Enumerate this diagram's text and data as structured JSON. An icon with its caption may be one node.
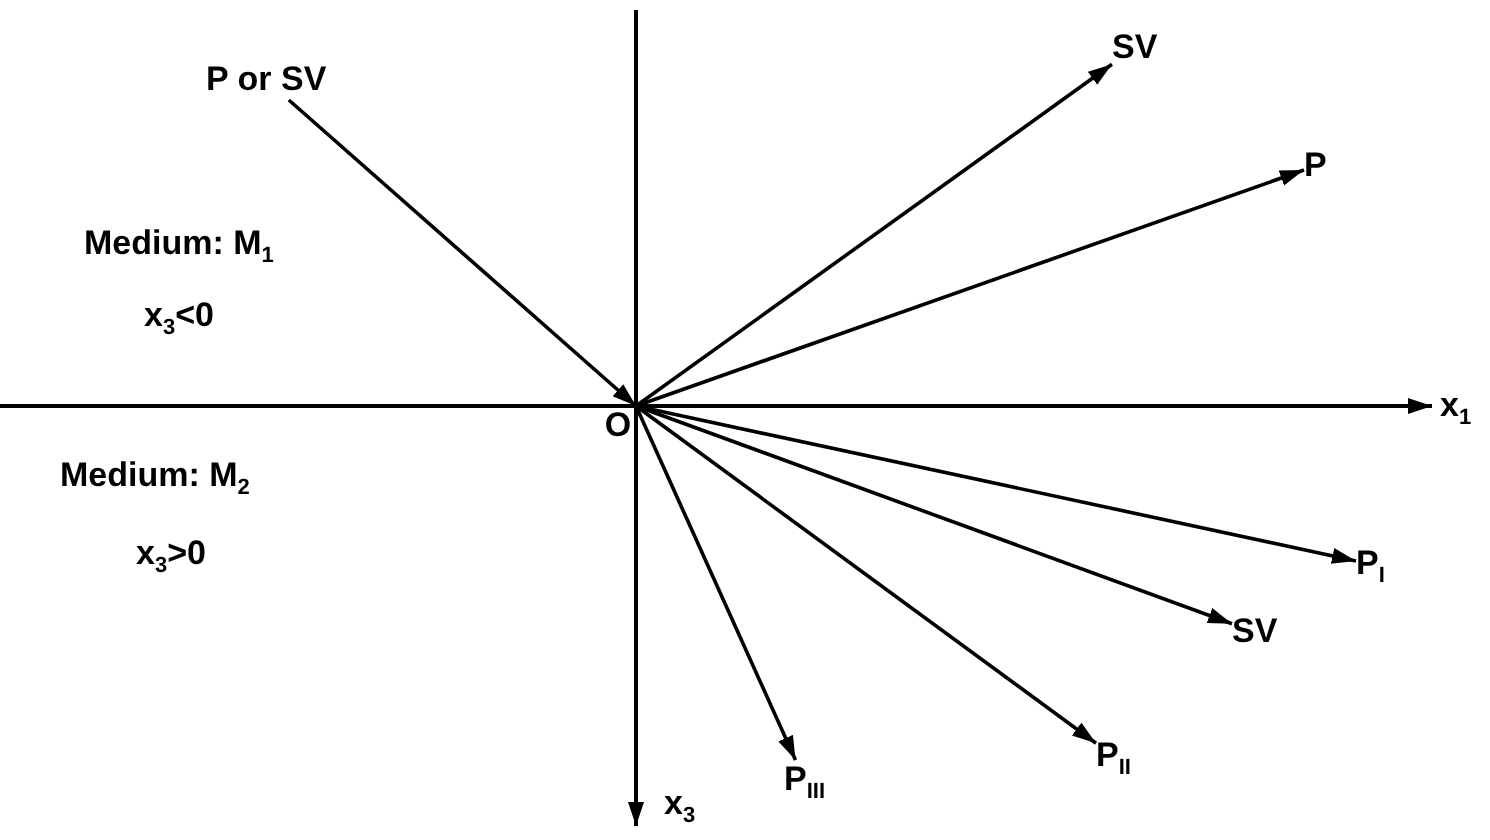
{
  "diagram": {
    "nodes": [
      {
        "text": [
          "O"
        ]
      },
      {
        "text": [
          "P or SV"
        ]
      },
      {
        "text": [
          "SV"
        ]
      },
      {
        "text": [
          "P"
        ]
      },
      {
        "text": [
          "P$_{I}$"
        ]
      },
      {
        "text": [
          "SV"
        ]
      },
      {
        "text": [
          "P$_{II}$"
        ]
      },
      {
        "text": [
          "P$_{III}$"
        ]
      }
    ],
    "edges": [
      {
        "from": 1,
        "to": 0,
        "arrow": "to"
      },
      {
        "from": 0,
        "to": 2,
        "arrow": "to"
      },
      {
        "from": 0,
        "to": 3,
        "arrow": "to"
      },
      {
        "from": 0,
        "to": 4,
        "arrow": "to"
      },
      {
        "from": 0,
        "to": 5,
        "arrow": "to"
      },
      {
        "from": 0,
        "to": 6,
        "arrow": "to"
      },
      {
        "from": 0,
        "to": 7,
        "arrow": "to"
      }
    ],
    "labels": [
      "Medium: M$_{1}$",
      "x$_{3}$<0",
      "Medium: M$_{2}$",
      "x$_{3}$>0",
      "x$_{1}$",
      "x$_{3}$"
    ]
  }
}
